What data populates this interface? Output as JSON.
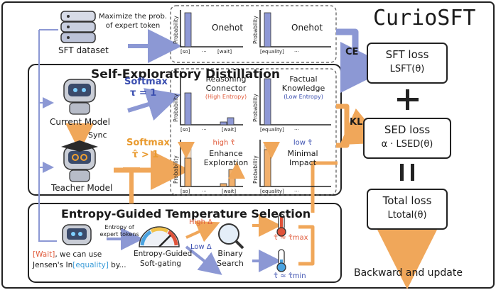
{
  "title": "CurioSFT",
  "sft": {
    "dataset_label": "SFT dataset",
    "arrow_caption_1": "Maximize the prob.",
    "arrow_caption_2": "of expert token",
    "ce_label": "CE"
  },
  "sed": {
    "title": "Self-Exploratory Distillation",
    "current_model": "Current Model",
    "teacher_model": "Teacher Model",
    "sync": "Sync",
    "softmax_current": "Softmax",
    "tau_current": "τ = 1",
    "softmax_teacher": "Softmax",
    "tau_teacher": "τ̂ > 1",
    "kl_label": "KL"
  },
  "panels": {
    "ylabel": "Probability",
    "onehot_left": "Onehot",
    "onehot_right": "Onehot",
    "reasoning_1": "Reasoning",
    "reasoning_2": "Connector",
    "reasoning_entropy": "(High Entropy)",
    "factual_1": "Factual",
    "factual_2": "Knowledge",
    "factual_entropy": "(Low Entropy)",
    "high_tau": "high τ̂",
    "enhance_1": "Enhance",
    "enhance_2": "Exploration",
    "low_tau": "low τ̂",
    "minimal_1": "Minimal",
    "minimal_2": "Impact",
    "tick_so": "[so]",
    "tick_wait": "[wait]",
    "tick_equality": "[equality]",
    "tick_dots": "···"
  },
  "egts": {
    "title": "Entropy-Guided Temperature Selection",
    "entropy_1": "Entropy of",
    "entropy_2": "expert tokens",
    "example_wait": "[Wait]",
    "example_mid": ", we can use",
    "example_line2a": "Jensen's In",
    "example_equality": "[equality]",
    "example_line2b": " by...",
    "gating_1": "Entropy-Guided",
    "gating_2": "Soft-gating",
    "high_delta": "High Δ",
    "low_delta": "Low Δ",
    "search_1": "Binary",
    "search_2": "Search",
    "tau_max": "τ̂ ≈ τ̂max",
    "tau_min": "τ̂ ≈ τ̂min"
  },
  "losses": {
    "sft_title": "SFT loss",
    "sft_formula": "LSFT(θ)",
    "plus": "+",
    "sed_title": "SED loss",
    "sed_formula": "α · LSED(θ)",
    "equals": "||",
    "total_title": "Total loss",
    "total_formula": "Ltotal(θ)",
    "backward": "Backward and update"
  },
  "colors": {
    "blue_bar": "#8f99d6",
    "orange_bar": "#f2b06c",
    "blue_text": "#3b4fb0",
    "orange_text": "#e99a2e",
    "red_text": "#e05a3a",
    "arrow_blue": "#8c98d4",
    "arrow_orange": "#f0a75a"
  }
}
